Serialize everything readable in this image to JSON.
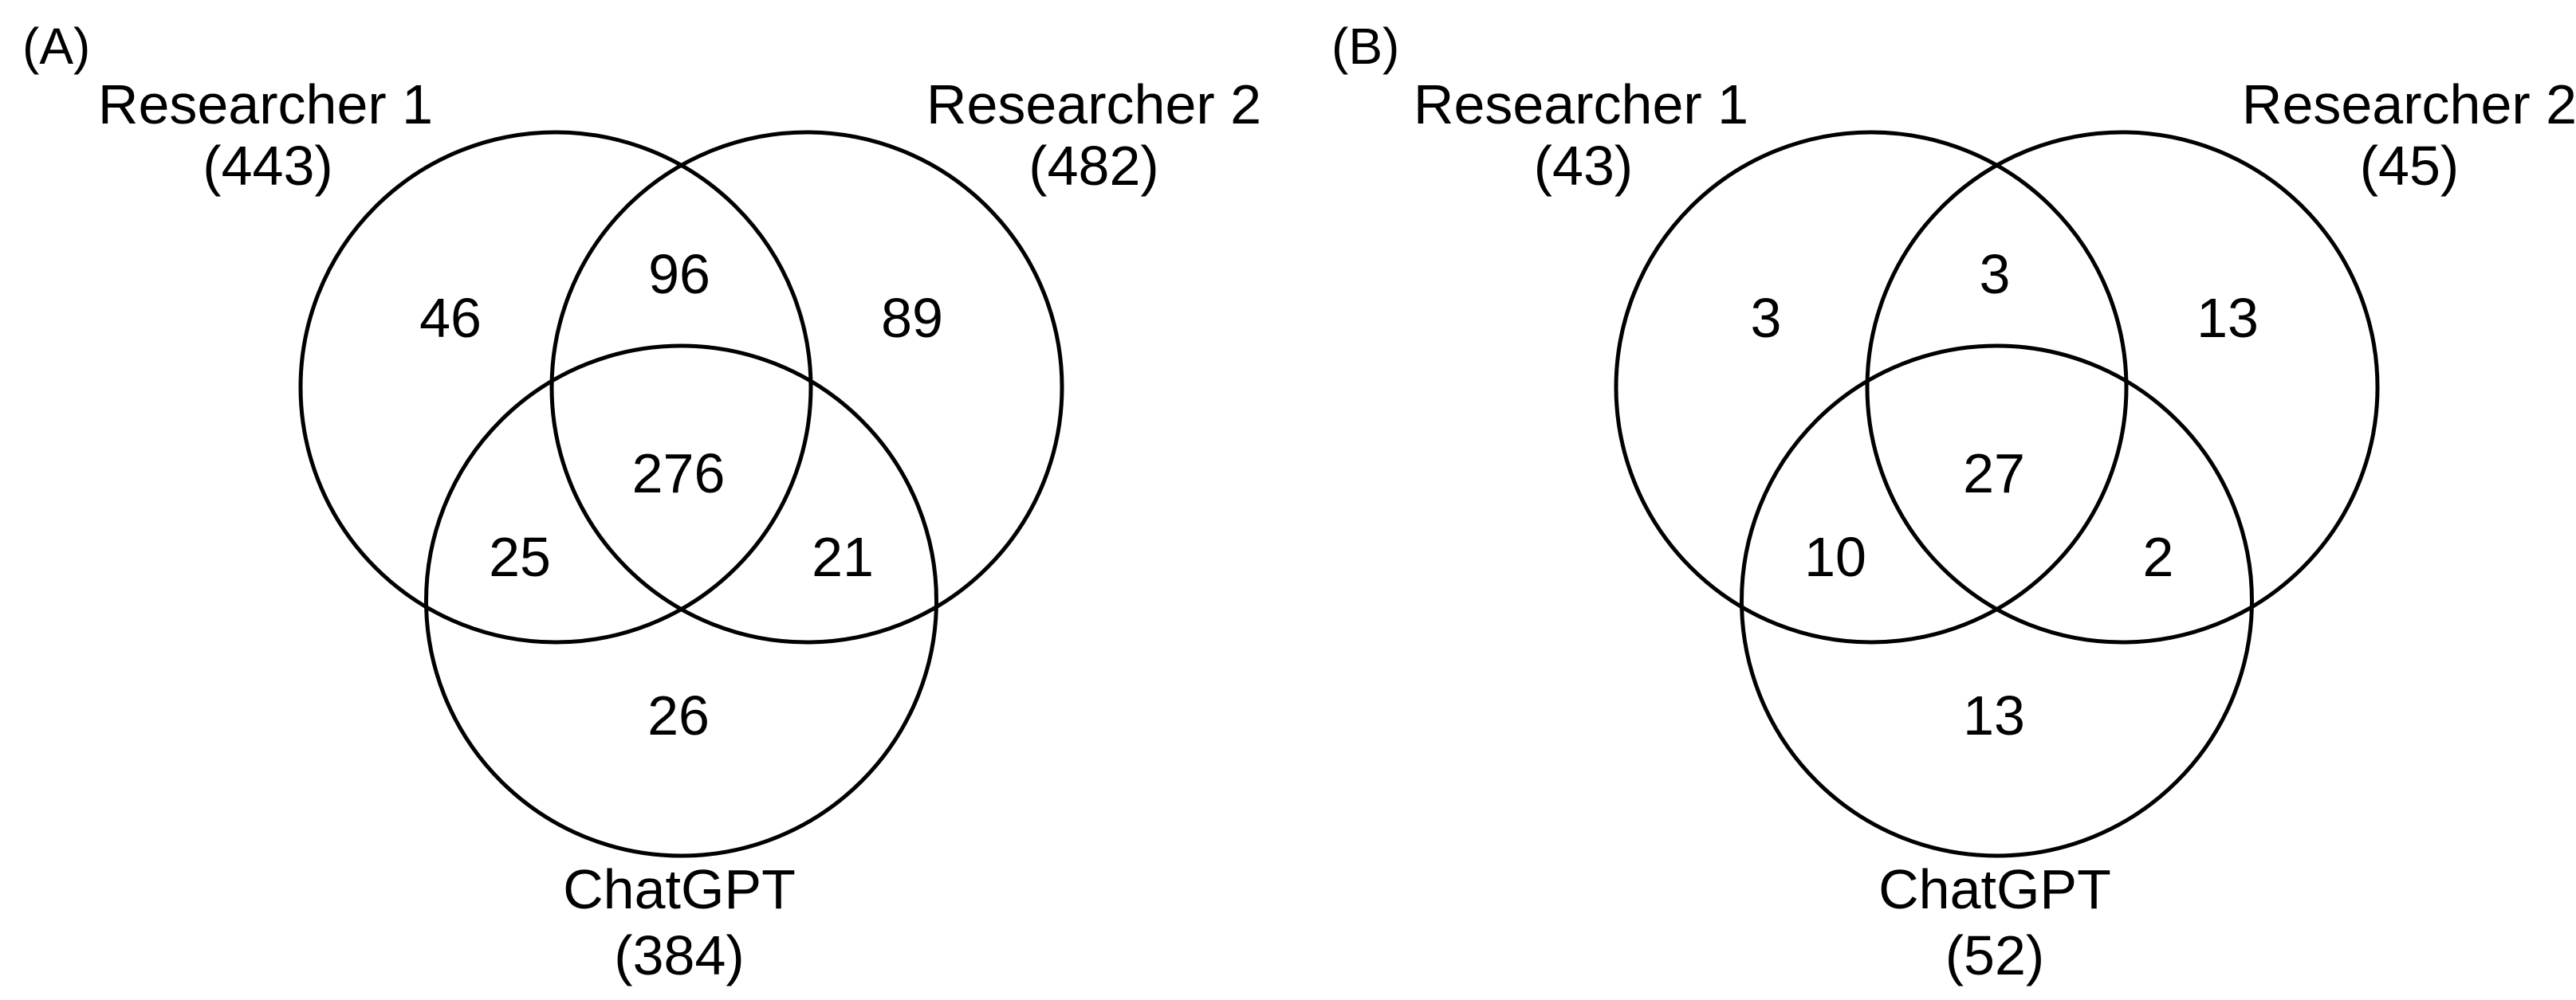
{
  "figure": {
    "description": "Two three-set Venn diagrams comparing records identified by Researcher 1, Researcher 2 and ChatGPT",
    "colors": {
      "stroke": "#000000",
      "text": "#000000",
      "background": "#ffffff"
    },
    "panels": [
      {
        "label": "(A)",
        "sets": {
          "set1": {
            "name": "Researcher 1",
            "total": "(443)"
          },
          "set2": {
            "name": "Researcher 2",
            "total": "(482)"
          },
          "set3": {
            "name": "ChatGPT",
            "total": "(384)"
          }
        },
        "regions": {
          "set1_only": "46",
          "set1_set2": "96",
          "set2_only": "89",
          "set1_set2_set3": "276",
          "set1_set3": "25",
          "set2_set3": "21",
          "set3_only": "26"
        }
      },
      {
        "label": "(B)",
        "sets": {
          "set1": {
            "name": "Researcher 1",
            "total": "(43)"
          },
          "set2": {
            "name": "Researcher 2",
            "total": "(45)"
          },
          "set3": {
            "name": "ChatGPT",
            "total": "(52)"
          }
        },
        "regions": {
          "set1_only": "3",
          "set1_set2": "3",
          "set2_only": "13",
          "set1_set2_set3": "27",
          "set1_set3": "10",
          "set2_set3": "2",
          "set3_only": "13"
        }
      }
    ]
  },
  "chart_data": [
    {
      "type": "venn",
      "panel": "(A)",
      "sets": [
        {
          "name": "Researcher 1",
          "size": 443
        },
        {
          "name": "Researcher 2",
          "size": 482
        },
        {
          "name": "ChatGPT",
          "size": 384
        }
      ],
      "regions": {
        "Researcher 1 only": 46,
        "Researcher 1 & Researcher 2": 96,
        "Researcher 2 only": 89,
        "Researcher 1 & Researcher 2 & ChatGPT": 276,
        "Researcher 1 & ChatGPT": 25,
        "Researcher 2 & ChatGPT": 21,
        "ChatGPT only": 26
      }
    },
    {
      "type": "venn",
      "panel": "(B)",
      "sets": [
        {
          "name": "Researcher 1",
          "size": 43
        },
        {
          "name": "Researcher 2",
          "size": 45
        },
        {
          "name": "ChatGPT",
          "size": 52
        }
      ],
      "regions": {
        "Researcher 1 only": 3,
        "Researcher 1 & Researcher 2": 3,
        "Researcher 2 only": 13,
        "Researcher 1 & Researcher 2 & ChatGPT": 27,
        "Researcher 1 & ChatGPT": 10,
        "Researcher 2 & ChatGPT": 2,
        "ChatGPT only": 13
      }
    }
  ]
}
